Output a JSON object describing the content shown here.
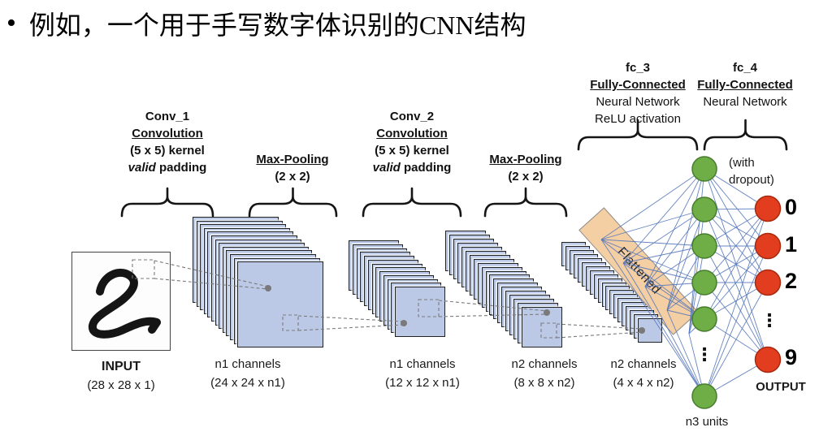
{
  "title": {
    "bullet": "•",
    "text": "例如，一个用于手写数字体识别的CNN结构"
  },
  "annotations": {
    "conv1": {
      "name": "Conv_1",
      "op": "Convolution",
      "kernel": "(5 x 5) kernel",
      "padding_italic": "valid",
      "padding_rest": "padding"
    },
    "pool1": {
      "name": "Max-Pooling",
      "size": "(2 x 2)"
    },
    "conv2": {
      "name": "Conv_2",
      "op": "Convolution",
      "kernel": "(5 x 5) kernel",
      "padding_italic": "valid",
      "padding_rest": "padding"
    },
    "pool2": {
      "name": "Max-Pooling",
      "size": "(2 x 2)"
    },
    "fc3": {
      "name": "fc_3",
      "type": "Fully-Connected",
      "line3": "Neural Network",
      "line4": "ReLU activation"
    },
    "fc4": {
      "name": "fc_4",
      "type": "Fully-Connected",
      "line3": "Neural Network"
    }
  },
  "input": {
    "label": "INPUT",
    "dims": "(28 x 28 x 1)"
  },
  "stacks": [
    {
      "label": "n1 channels",
      "dims": "(24 x 24 x n1)"
    },
    {
      "label": "n1 channels",
      "dims": "(12 x 12 x n1)"
    },
    {
      "label": "n2 channels",
      "dims": "(8 x 8 x n2)"
    },
    {
      "label": "n2 channels",
      "dims": "(4 x 4 x n2)"
    }
  ],
  "flatten": {
    "label": "Flattened"
  },
  "fc_layer": {
    "dropout_line1": "(with",
    "dropout_line2": "dropout)",
    "units_label": "n3 units",
    "ellipsis": "⋮"
  },
  "output": {
    "digits": [
      "0",
      "1",
      "2",
      "9"
    ],
    "ellipsis": "⋮",
    "label": "OUTPUT"
  },
  "colors": {
    "feature_map": "#bcc9e6",
    "feature_map_border": "#222222",
    "flatten_fill": "#f5cfa4",
    "flatten_border": "#8f8f8f",
    "hidden_node": "#6fae47",
    "hidden_node_border": "#467c2d",
    "output_node": "#e13d1e",
    "output_node_border": "#a82a10",
    "connection": "#5577bb",
    "dashed": "#7a7a7a",
    "ink": "#151515"
  }
}
